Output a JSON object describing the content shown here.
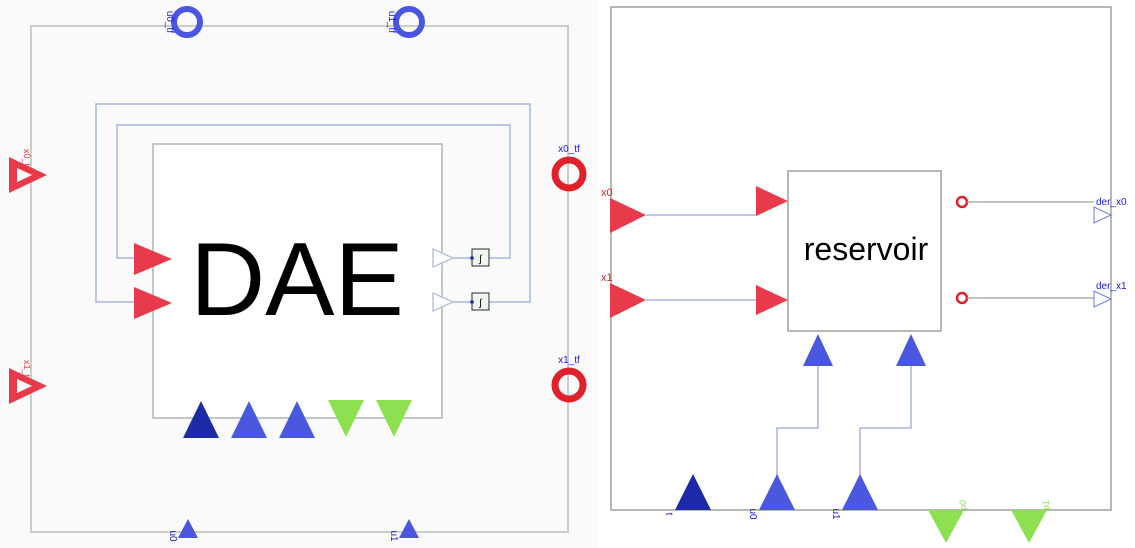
{
  "left_diagram": {
    "block_title": "DAE",
    "top_ports": [
      "u0_tf",
      "u1_tf"
    ],
    "right_ports": [
      "x0_tf",
      "x1_tf"
    ],
    "left_ports": [
      "x0_t0",
      "x1_t0"
    ],
    "bottom_ports": [
      "u0",
      "u1"
    ]
  },
  "right_diagram": {
    "block_title": "reservoir",
    "input_ports": [
      "x0",
      "x1"
    ],
    "output_ports": [
      "der_x0",
      "der_x1"
    ],
    "bottom_inputs": [
      "t",
      "u0",
      "u1"
    ],
    "bottom_outputs": [
      "p0",
      "p1"
    ]
  },
  "colors": {
    "frame": "#9aa49a",
    "wire": "#a8b4e0",
    "red_port": "#e83a4a",
    "red_ring": "#e0202a",
    "blue_ring": "#4a55e0",
    "navy": "#1c2aa8",
    "blue": "#4a58e0",
    "green": "#8ee050",
    "text": "#000000"
  }
}
